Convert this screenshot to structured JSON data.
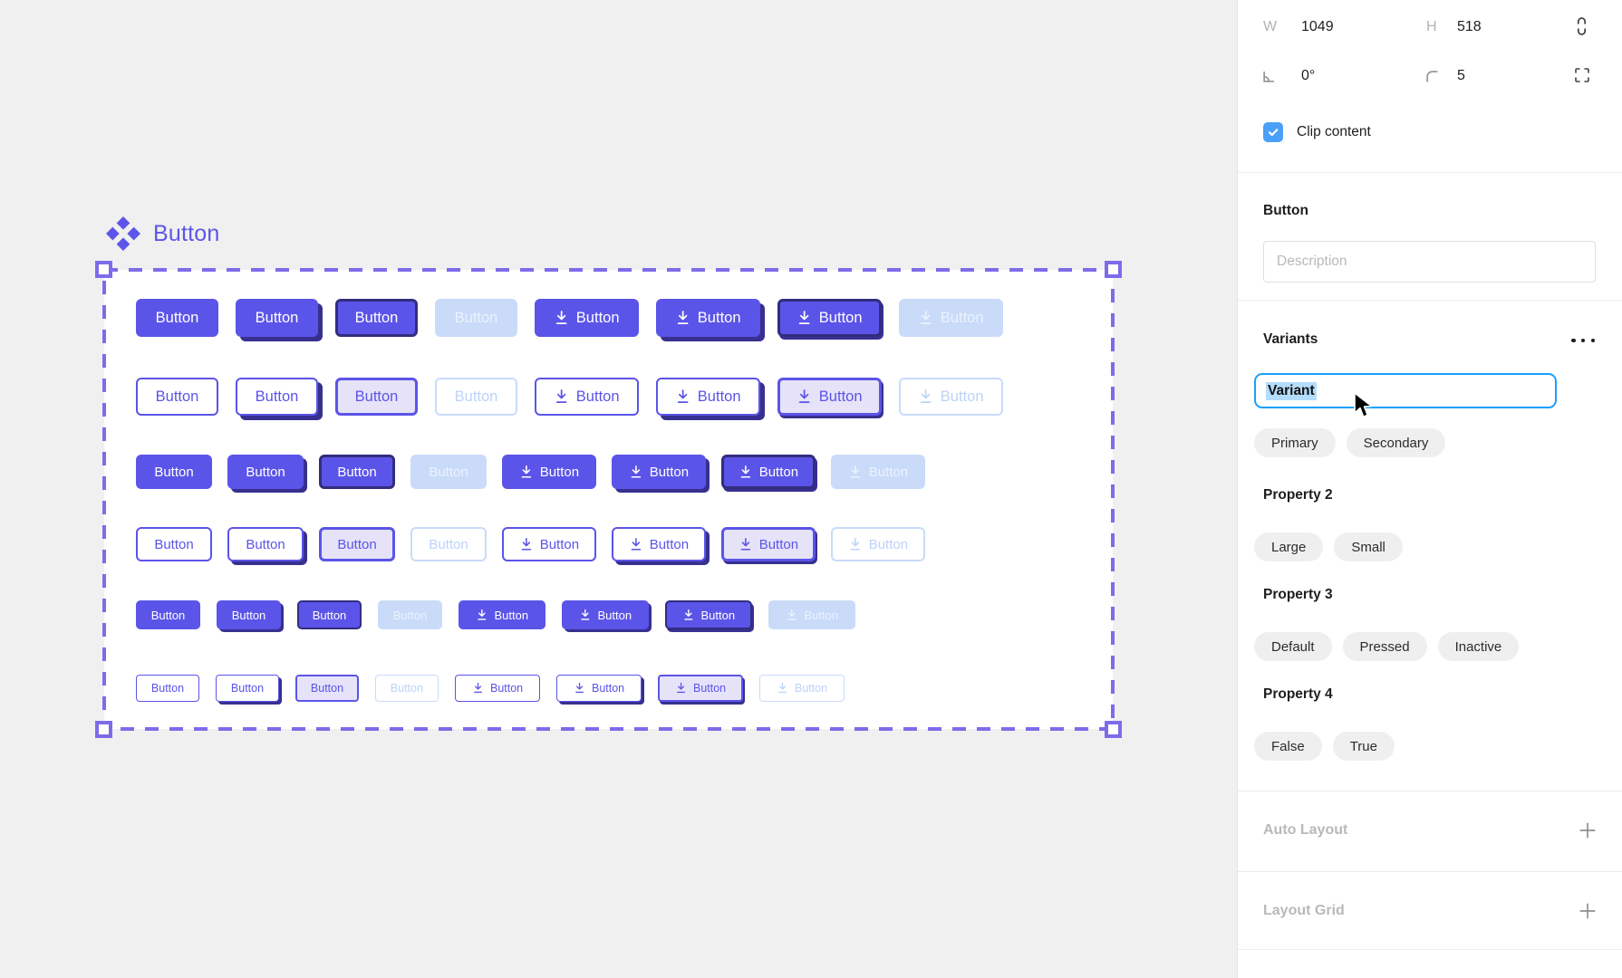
{
  "colors": {
    "accent": "#5B54E8",
    "accent_shadow": "#37308F",
    "pressed_border": "#322D7D",
    "pressed_bg": "#E6E3F8",
    "disabled_bg": "#C9DBF9",
    "disabled_text": "#ECF2FE",
    "disabled_outline_text": "#BDD3F8",
    "selection": "#7C6CEA",
    "title_purple": "#5D55E8",
    "focus_blue": "#18A0FB",
    "text_select_highlight": "#B4DCFC",
    "checkbox_blue": "#4AA0F8"
  },
  "canvas": {
    "component_title": "Button",
    "grid": {
      "button_label": "Button",
      "rows": [
        {
          "variant": "filled",
          "size": "lg"
        },
        {
          "variant": "outline",
          "size": "lg"
        },
        {
          "variant": "filled",
          "size": "md"
        },
        {
          "variant": "outline",
          "size": "md"
        },
        {
          "variant": "filled",
          "size": "sm"
        },
        {
          "variant": "outline",
          "size": "xs"
        }
      ],
      "columns": [
        "default",
        "shadow",
        "pressed",
        "disabled",
        "icon-default",
        "icon-shadow",
        "icon-pressed",
        "icon-disabled"
      ]
    }
  },
  "panel": {
    "dimensions": {
      "w_label": "W",
      "w_value": "1049",
      "h_label": "H",
      "h_value": "518",
      "rotation_value": "0°",
      "corner_radius_value": "5"
    },
    "clip_content_label": "Clip content",
    "component_section": {
      "title": "Button",
      "description_placeholder": "Description"
    },
    "variants": {
      "title": "Variants",
      "property_name_value": "Variant",
      "values": [
        "Primary",
        "Secondary"
      ],
      "properties": [
        {
          "name": "Property 2",
          "values": [
            "Large",
            "Small"
          ]
        },
        {
          "name": "Property 3",
          "values": [
            "Default",
            "Pressed",
            "Inactive"
          ]
        },
        {
          "name": "Property 4",
          "values": [
            "False",
            "True"
          ]
        }
      ]
    },
    "auto_layout_label": "Auto Layout",
    "layout_grid_label": "Layout Grid"
  }
}
